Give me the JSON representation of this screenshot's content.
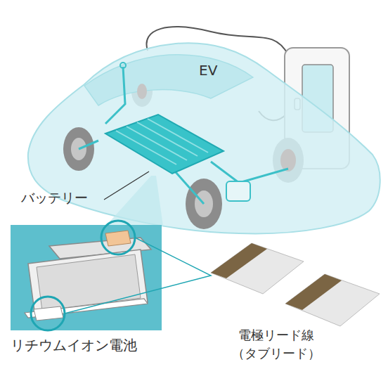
{
  "diagram": {
    "nodes": [
      {
        "text": [
          "リチウムイオン電池"
        ]
      }
    ],
    "labels": [
      "EV",
      "バッテリー",
      "電極リード線 （タブリード）"
    ]
  }
}
